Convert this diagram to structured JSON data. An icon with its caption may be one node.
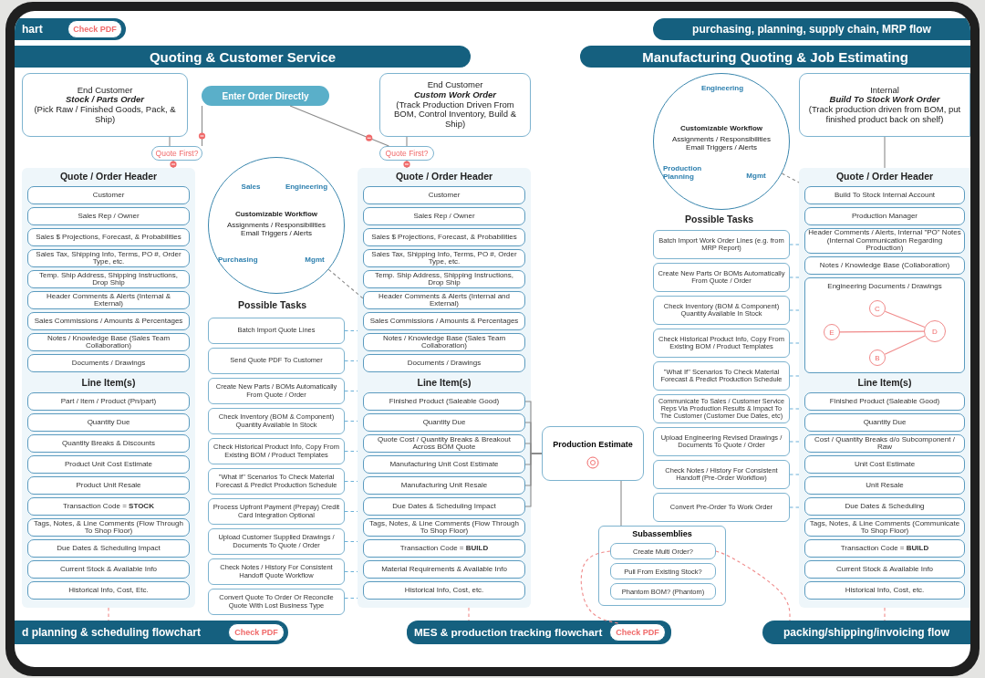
{
  "diagram": {
    "nodes": [
      {
        "text": [
          "hart"
        ]
      },
      {
        "text": [
          "Check PDF"
        ],
        "in": 0
      },
      {
        "text": [
          "purchasing, planning, supply chain, MRP flow"
        ]
      },
      {
        "text": [
          "Quoting & Customer Service"
        ]
      },
      {
        "text": [
          "Manufacturing Quoting & Job Estimating"
        ]
      },
      {
        "text": [
          "End Customer",
          "*Stock / Parts Order*",
          "(Pick Raw / Finished Goods, Pack, & Ship)"
        ]
      },
      {
        "text": [
          "Enter Order Directly"
        ]
      },
      {
        "text": [
          "End Customer",
          "*Custom Work Order*",
          "(Track Production Driven From BOM, Control Inventory, Build & Ship)"
        ]
      },
      {
        "text": [
          "Internal",
          "*Build To Stock Work Order*",
          "(Track production driven from BOM, put finished product back on shelf)"
        ]
      },
      {
        "text": [
          "Quote First?"
        ]
      },
      {
        "text": [
          "Quote First?"
        ]
      },
      {
        "text": [
          "Sales",
          "Engineering",
          "Customizable Workflow",
          "Assignments / Responsibilities Email Triggers / Alerts",
          "Purchasing",
          "Mgmt"
        ]
      },
      {
        "text": [
          "Engineering",
          "Customizable Workflow",
          "Assignments / Responsibilities Email Triggers / Alerts",
          "Production Planning",
          "Mgmt"
        ]
      },
      {
        "text": [
          "Quote / Order Header",
          "Line Item(s)"
        ]
      },
      {
        "text": [
          "Customer"
        ],
        "in": 13
      },
      {
        "text": [
          "Sales Rep / Owner"
        ],
        "in": 13
      },
      {
        "text": [
          "Sales $ Projections, Forecast, & Probabilities"
        ],
        "in": 13
      },
      {
        "text": [
          "Sales Tax, Shipping Info, Terms, PO #, Order Type, etc."
        ],
        "in": 13
      },
      {
        "text": [
          "Temp. Ship Address, Shipping Instructions, Drop Ship"
        ],
        "in": 13
      },
      {
        "text": [
          "Header Comments & Alerts (Internal & External)"
        ],
        "in": 13
      },
      {
        "text": [
          "Sales Commissions / Amounts & Percentages"
        ],
        "in": 13
      },
      {
        "text": [
          "Notes / Knowledge Base (Sales Team Collaboration)"
        ],
        "in": 13
      },
      {
        "text": [
          "Documents / Drawings"
        ],
        "in": 13
      },
      {
        "text": [
          "Part / Item / Product (Pn/part)"
        ],
        "in": 13
      },
      {
        "text": [
          "Quantity Due"
        ],
        "in": 13
      },
      {
        "text": [
          "Quantity Breaks & Discounts"
        ],
        "in": 13
      },
      {
        "text": [
          "Product Unit Cost Estimate"
        ],
        "in": 13
      },
      {
        "text": [
          "Product Unit Resale"
        ],
        "in": 13
      },
      {
        "text": [
          "Transaction Code = **STOCK**"
        ],
        "in": 13
      },
      {
        "text": [
          "Tags, Notes, & Line Comments (Flow Through To Shop Floor)"
        ],
        "in": 13
      },
      {
        "text": [
          "Due Dates & Scheduling Impact"
        ],
        "in": 13
      },
      {
        "text": [
          "Current Stock & Available Info"
        ],
        "in": 13
      },
      {
        "text": [
          "Historical Info, Cost, Etc."
        ],
        "in": 13
      },
      {
        "text": [
          "Quote / Order Header",
          "Line Item(s)"
        ]
      },
      {
        "text": [
          "Customer"
        ],
        "in": 33
      },
      {
        "text": [
          "Sales Rep / Owner"
        ],
        "in": 33
      },
      {
        "text": [
          "Sales $ Projections, Forecast, & Probabilities"
        ],
        "in": 33
      },
      {
        "text": [
          "Sales Tax, Shipping Info, Terms, PO #, Order Type, etc."
        ],
        "in": 33
      },
      {
        "text": [
          "Temp. Ship Address, Shipping Instructions, Drop Ship"
        ],
        "in": 33
      },
      {
        "text": [
          "Header Comments & Alerts (Internal and External)"
        ],
        "in": 33
      },
      {
        "text": [
          "Sales Commissions / Amounts & Percentages"
        ],
        "in": 33
      },
      {
        "text": [
          "Notes / Knowledge Base (Sales Team Collaboration)"
        ],
        "in": 33
      },
      {
        "text": [
          "Documents / Drawings"
        ],
        "in": 33
      },
      {
        "text": [
          "Finished Product (Saleable Good)"
        ],
        "in": 33
      },
      {
        "text": [
          "Quantity Due"
        ],
        "in": 33
      },
      {
        "text": [
          "Quote Cost / Quantity Breaks & Breakout Across BOM Quote"
        ],
        "in": 33
      },
      {
        "text": [
          "Manufacturing Unit Cost Estimate"
        ],
        "in": 33
      },
      {
        "text": [
          "Manufacturing Unit Resale"
        ],
        "in": 33
      },
      {
        "text": [
          "Due Dates & Scheduling Impact"
        ],
        "in": 33
      },
      {
        "text": [
          "Tags, Notes, & Line Comments (Flow Through To Shop Floor)"
        ],
        "in": 33
      },
      {
        "text": [
          "Transaction Code = **BUILD**"
        ],
        "in": 33
      },
      {
        "text": [
          "Material Requirements & Available Info"
        ],
        "in": 33
      },
      {
        "text": [
          "Historical Info, Cost, etc."
        ],
        "in": 33
      },
      {
        "text": [
          "Quote / Order Header",
          "Line Item(s)"
        ]
      },
      {
        "text": [
          "Build To Stock Internal Account"
        ],
        "in": 53
      },
      {
        "text": [
          "Production Manager"
        ],
        "in": 53
      },
      {
        "text": [
          "Header Comments / Alerts, Internal \"PO\" Notes (Internal Communication Regarding Production)"
        ],
        "in": 53
      },
      {
        "text": [
          "Notes / Knowledge Base (Collaboration)"
        ],
        "in": 53
      },
      {
        "text": [
          "Engineering Documents / Drawings"
        ],
        "in": 53
      },
      {
        "text": [
          "Finished Product (Saleable Good)"
        ],
        "in": 53
      },
      {
        "text": [
          "Quantity Due"
        ],
        "in": 53
      },
      {
        "text": [
          "Cost / Quantity Breaks d/o Subcomponent / Raw"
        ],
        "in": 53
      },
      {
        "text": [
          "Unit Cost Estimate"
        ],
        "in": 53
      },
      {
        "text": [
          "Unit Resale"
        ],
        "in": 53
      },
      {
        "text": [
          "Due Dates & Scheduling"
        ],
        "in": 53
      },
      {
        "text": [
          "Tags, Notes, & Line Comments (Communicate To Shop Floor)"
        ],
        "in": 53
      },
      {
        "text": [
          "Transaction Code = **BUILD**"
        ],
        "in": 53
      },
      {
        "text": [
          "Current Stock & Available Info"
        ],
        "in": 53
      },
      {
        "text": [
          "Historical Info, Cost, etc."
        ],
        "in": 53
      },
      {
        "text": [
          "Batch Import Quote Lines"
        ]
      },
      {
        "text": [
          "Send Quote PDF To Customer"
        ]
      },
      {
        "text": [
          "Create New Parts / BOMs Automatically From Quote / Order"
        ]
      },
      {
        "text": [
          "Check Inventory (BOM & Component) Quantity Available In Stock"
        ]
      },
      {
        "text": [
          "Check Historical Product Info, Copy From Existing BOM / Product Templates"
        ]
      },
      {
        "text": [
          "\"What If\" Scenarios To Check Material Forecast & Predict Production Schedule"
        ]
      },
      {
        "text": [
          "Process Upfront Payment (Prepay) Credit Card Integration Optional"
        ]
      },
      {
        "text": [
          "Upload Customer Supplied Drawings / Documents To Quote / Order"
        ]
      },
      {
        "text": [
          "Check Notes / History For Consistent Handoff Quote Workflow"
        ]
      },
      {
        "text": [
          "Convert Quote To Order Or Reconcile Quote With Lost Business Type"
        ]
      },
      {
        "text": [
          "Batch Import Work Order Lines (e.g. from MRP Report)"
        ]
      },
      {
        "text": [
          "Create New Parts Or BOMs Automatically From Quote / Order"
        ]
      },
      {
        "text": [
          "Check Inventory (BOM & Component) Quantity Available In Stock"
        ]
      },
      {
        "text": [
          "Check Historical Product Info, Copy From Existing BOM / Product Templates"
        ]
      },
      {
        "text": [
          "\"What If\" Scenarios To Check Material Forecast & Predict Production Schedule"
        ]
      },
      {
        "text": [
          "Communicate To Sales / Customer Service Reps Via Production Results & Impact To The Customer (Customer Due Dates, etc)"
        ]
      },
      {
        "text": [
          "Upload Engineering Revised Drawings / Documents To Quote / Order"
        ]
      },
      {
        "text": [
          "Check Notes / History For Consistent Handoff (Pre-Order Workflow)"
        ]
      },
      {
        "text": [
          "Convert Pre-Order To Work Order"
        ]
      },
      {
        "text": [
          "Production Estimate"
        ]
      },
      {
        "text": [
          "Subassemblies"
        ]
      },
      {
        "text": [
          "Create Multi Order?"
        ],
        "in": 89
      },
      {
        "text": [
          "Pull From Existing Stock?"
        ],
        "in": 89
      },
      {
        "text": [
          "Phantom BOM? (Phantom)"
        ],
        "in": 89
      },
      {
        "text": [
          "d planning & scheduling flowchart"
        ]
      },
      {
        "text": [
          "Check PDF"
        ],
        "in": 93
      },
      {
        "text": [
          "MES & production tracking flowchart"
        ]
      },
      {
        "text": [
          "Check PDF"
        ],
        "in": 95
      },
      {
        "text": [
          "packing/shipping/invoicing flow"
        ]
      },
      {
        "text": [
          "E"
        ],
        "in": 58
      },
      {
        "text": [
          "C"
        ],
        "in": 58
      },
      {
        "text": [
          "B"
        ],
        "in": 58
      },
      {
        "text": [
          "D"
        ],
        "in": 58
      }
    ],
    "edges": [
      {
        "from": 6,
        "to": 9,
        "arrow": "none"
      },
      {
        "from": 6,
        "to": 10,
        "arrow": "none"
      },
      {
        "from": 5,
        "to": 9,
        "arrow": "none"
      },
      {
        "from": 9,
        "to": 13,
        "arrow": "none"
      },
      {
        "from": 7,
        "to": 10,
        "arrow": "none"
      },
      {
        "from": 10,
        "to": 33,
        "arrow": "none"
      },
      {
        "from": 8,
        "to": 53,
        "arrow": "none"
      },
      {
        "from": 11,
        "to": 39,
        "arrow": "none",
        "style": "dashed"
      },
      {
        "from": 12,
        "to": 53,
        "arrow": "none",
        "style": "dashed"
      },
      {
        "from": 69,
        "to": 33,
        "arrow": "none",
        "style": "dashed",
        "color": "#6ab0d8"
      },
      {
        "from": 70,
        "to": 33,
        "arrow": "none",
        "style": "dashed",
        "color": "#6ab0d8"
      },
      {
        "from": 71,
        "to": 33,
        "arrow": "none",
        "style": "dashed",
        "color": "#6ab0d8"
      },
      {
        "from": 72,
        "to": 33,
        "arrow": "none",
        "style": "dashed",
        "color": "#6ab0d8"
      },
      {
        "from": 73,
        "to": 33,
        "arrow": "none",
        "style": "dashed",
        "color": "#6ab0d8"
      },
      {
        "from": 74,
        "to": 33,
        "arrow": "none",
        "style": "dashed",
        "color": "#6ab0d8"
      },
      {
        "from": 75,
        "to": 33,
        "arrow": "none",
        "style": "dashed",
        "color": "#6ab0d8"
      },
      {
        "from": 76,
        "to": 33,
        "arrow": "none",
        "style": "dashed",
        "color": "#6ab0d8"
      },
      {
        "from": 77,
        "to": 33,
        "arrow": "none",
        "style": "dashed",
        "color": "#6ab0d8"
      },
      {
        "from": 78,
        "to": 33,
        "arrow": "none",
        "style": "dashed",
        "color": "#6ab0d8"
      },
      {
        "from": 79,
        "to": 53,
        "arrow": "none",
        "style": "dashed",
        "color": "#6ab0d8"
      },
      {
        "from": 80,
        "to": 53,
        "arrow": "none",
        "style": "dashed",
        "color": "#6ab0d8"
      },
      {
        "from": 81,
        "to": 53,
        "arrow": "none",
        "style": "dashed",
        "color": "#6ab0d8"
      },
      {
        "from": 82,
        "to": 53,
        "arrow": "none",
        "style": "dashed",
        "color": "#6ab0d8"
      },
      {
        "from": 83,
        "to": 53,
        "arrow": "none",
        "style": "dashed",
        "color": "#6ab0d8"
      },
      {
        "from": 84,
        "to": 53,
        "arrow": "none",
        "style": "dashed",
        "color": "#6ab0d8"
      },
      {
        "from": 85,
        "to": 53,
        "arrow": "none",
        "style": "dashed",
        "color": "#6ab0d8"
      },
      {
        "from": 86,
        "to": 53,
        "arrow": "none",
        "style": "dashed",
        "color": "#6ab0d8"
      },
      {
        "from": 87,
        "to": 53,
        "arrow": "none",
        "style": "dashed",
        "color": "#6ab0d8"
      },
      {
        "from": 43,
        "to": 88,
        "arrow": "none"
      },
      {
        "from": 44,
        "to": 88,
        "arrow": "none"
      },
      {
        "from": 45,
        "to": 88,
        "arrow": "none"
      },
      {
        "from": 46,
        "to": 88,
        "arrow": "none"
      },
      {
        "from": 47,
        "to": 88,
        "arrow": "none"
      },
      {
        "from": 48,
        "to": 88,
        "arrow": "none"
      },
      {
        "from": 88,
        "to": 89,
        "arrow": "none"
      },
      {
        "from": 13,
        "to": 93,
        "arrow": "none",
        "style": "dashed",
        "color": "#f08a8a"
      },
      {
        "from": 33,
        "to": 95,
        "arrow": "none",
        "style": "dashed",
        "color": "#f08a8a"
      },
      {
        "from": 53,
        "to": 97,
        "arrow": "none",
        "style": "dashed",
        "color": "#f08a8a"
      },
      {
        "from": 90,
        "to": 96,
        "arrow": "none",
        "style": "dashed",
        "color": "#f08a8a"
      },
      {
        "from": 90,
        "to": 97,
        "arrow": "none",
        "style": "dashed",
        "color": "#f08a8a"
      },
      {
        "from": 98,
        "to": 101,
        "arrow": "none",
        "color": "#f08a8a"
      },
      {
        "from": 99,
        "to": 101,
        "arrow": "none",
        "color": "#f08a8a"
      },
      {
        "from": 100,
        "to": 101,
        "arrow": "none",
        "color": "#f08a8a"
      }
    ],
    "labels": [
      "Possible Tasks",
      "Possible Tasks"
    ]
  }
}
